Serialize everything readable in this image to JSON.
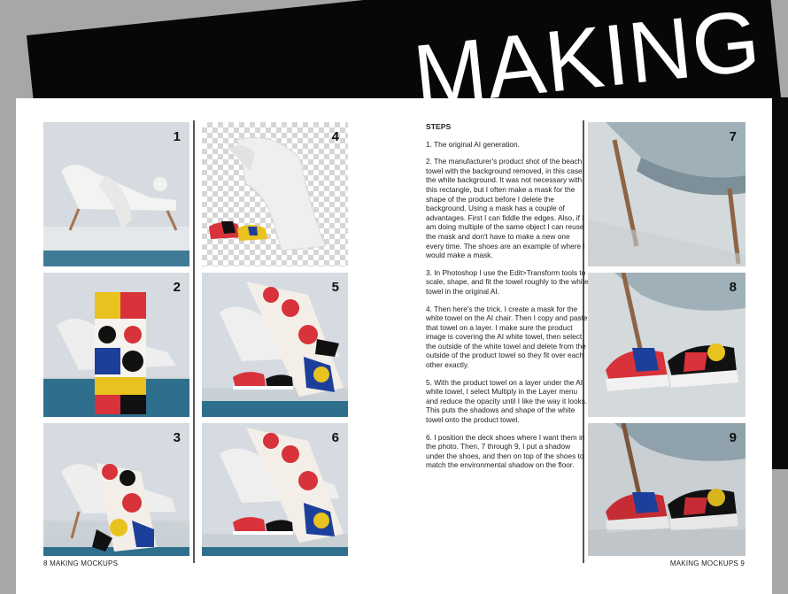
{
  "back_page": {
    "title": "MAKING"
  },
  "steps": {
    "heading": "STEPS",
    "items": [
      "1. The original AI generation.",
      "2. The manufacturer's product shot of the beach towel with the background removed, in this case the white background. It was not necessary with this rectangle, but I often make a mask for the shape of the product before I delete the background. Using a mask has a couple of advantages. First I can fiddle the edges. Also, if I am doing multiple of the same object I can reuse the mask and don't have to make a new one every time. The shoes are an example of where I would make a mask.",
      "3. In Photoshop I use the Edit>Transform tools to scale, shape, and fit the towel roughly to the white towel in the original AI.",
      "4. Then here's the trick. I create a mask for the white towel on the AI chair. Then I copy and paste that towel on a layer. I make sure the product image is covering the AI white towel, then select the outside of the white towel and delete from the outside of the product towel so they fit over each other exactly.",
      "5. With the product towel on a layer under the AI white towel, I select Multiply in the Layer menu and reduce the opacity until I like the way it looks. This puts the shadows and shape of the white towel onto the product towel.",
      "6. I position the deck shoes where I want them in the photo. Then, 7 through 9, I put a shadow under the shoes, and then on top of the shoes to match the environmental shadow on the floor."
    ]
  },
  "images": {
    "n1": "1",
    "n2": "2",
    "n3": "3",
    "n4": "4",
    "n5": "5",
    "n6": "6",
    "n7": "7",
    "n8": "8",
    "n9": "9"
  },
  "footer": {
    "left": "8 MAKING MOCKUPS",
    "right": "MAKING MOCKUPS 9"
  }
}
